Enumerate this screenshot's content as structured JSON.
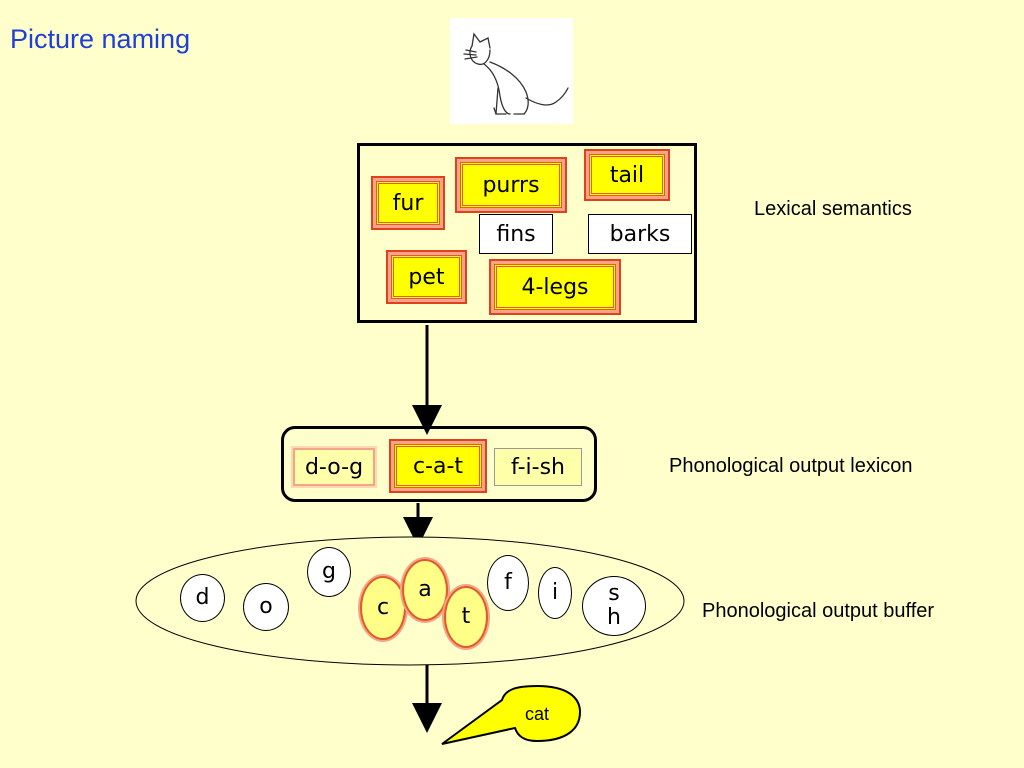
{
  "title": "Picture naming",
  "picture": {
    "icon": "cat-sketch"
  },
  "semantics": {
    "label": "Lexical semantics",
    "features": [
      {
        "text": "fur",
        "active": true
      },
      {
        "text": "purrs",
        "active": true
      },
      {
        "text": "tail",
        "active": true
      },
      {
        "text": "fins",
        "active": false
      },
      {
        "text": "barks",
        "active": false
      },
      {
        "text": "pet",
        "active": true
      },
      {
        "text": "4-legs",
        "active": true
      }
    ]
  },
  "lexicon": {
    "label": "Phonological output lexicon",
    "words": [
      {
        "text": "d-o-g",
        "state": "weak"
      },
      {
        "text": "c-a-t",
        "state": "active"
      },
      {
        "text": "f-i-sh",
        "state": "plain"
      }
    ]
  },
  "buffer": {
    "label": "Phonological output buffer",
    "phonemes": [
      {
        "text": "d",
        "active": false
      },
      {
        "text": "o",
        "active": false
      },
      {
        "text": "g",
        "active": false
      },
      {
        "text": "c",
        "active": true
      },
      {
        "text": "a",
        "active": true
      },
      {
        "text": "t",
        "active": true
      },
      {
        "text": "f",
        "active": false
      },
      {
        "text": "i",
        "active": false
      },
      {
        "text": "s\nh",
        "active": false
      }
    ]
  },
  "output": {
    "text": "cat"
  },
  "colors": {
    "background": "#FFFFCC",
    "title": "#1F3FD6",
    "highlight": "#FFFF00",
    "outline": "#E05A2A"
  }
}
